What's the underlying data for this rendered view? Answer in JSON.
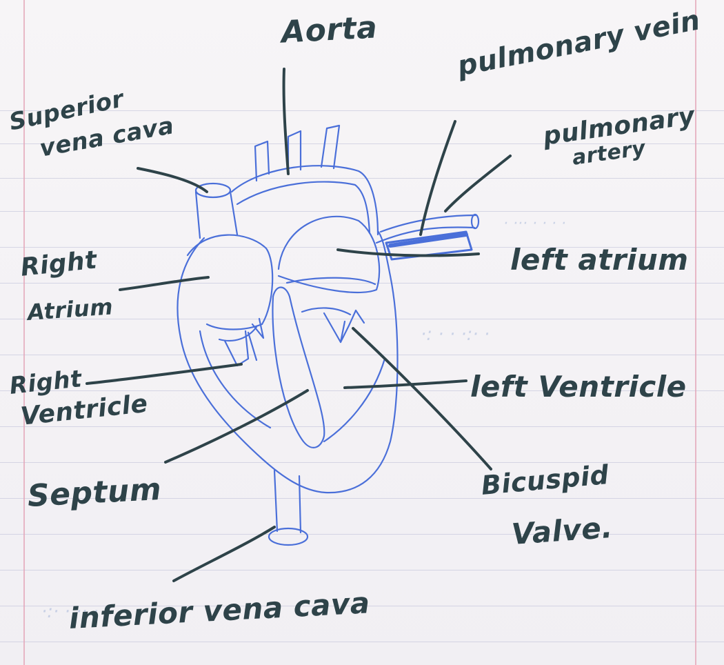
{
  "diagram": {
    "labels": {
      "aorta": "Aorta",
      "pulmonary_vein": "pulmonary vein",
      "superior_vena_cava_1": "Superior",
      "superior_vena_cava_2": "vena cava",
      "pulmonary_artery_1": "pulmonary",
      "pulmonary_artery_2": "artery",
      "right_atrium_1": "Right",
      "right_atrium_2": "Atrium",
      "left_atrium": "left atrium",
      "right_ventricle_1": "Right",
      "right_ventricle_2": "Ventricle",
      "left_ventricle": "left Ventricle",
      "septum": "Septum",
      "bicuspid_valve_1": "Bicuspid",
      "bicuspid_valve_2": "Valve.",
      "inferior_vena_cava": "inferior vena cava"
    }
  },
  "colors": {
    "paper": "#f4f2f5",
    "ink_heart": "#4a6fd9",
    "ink_label": "#2e4349",
    "ruled_line": "#b9bcd6",
    "margin_line": "#e3a3b6"
  }
}
